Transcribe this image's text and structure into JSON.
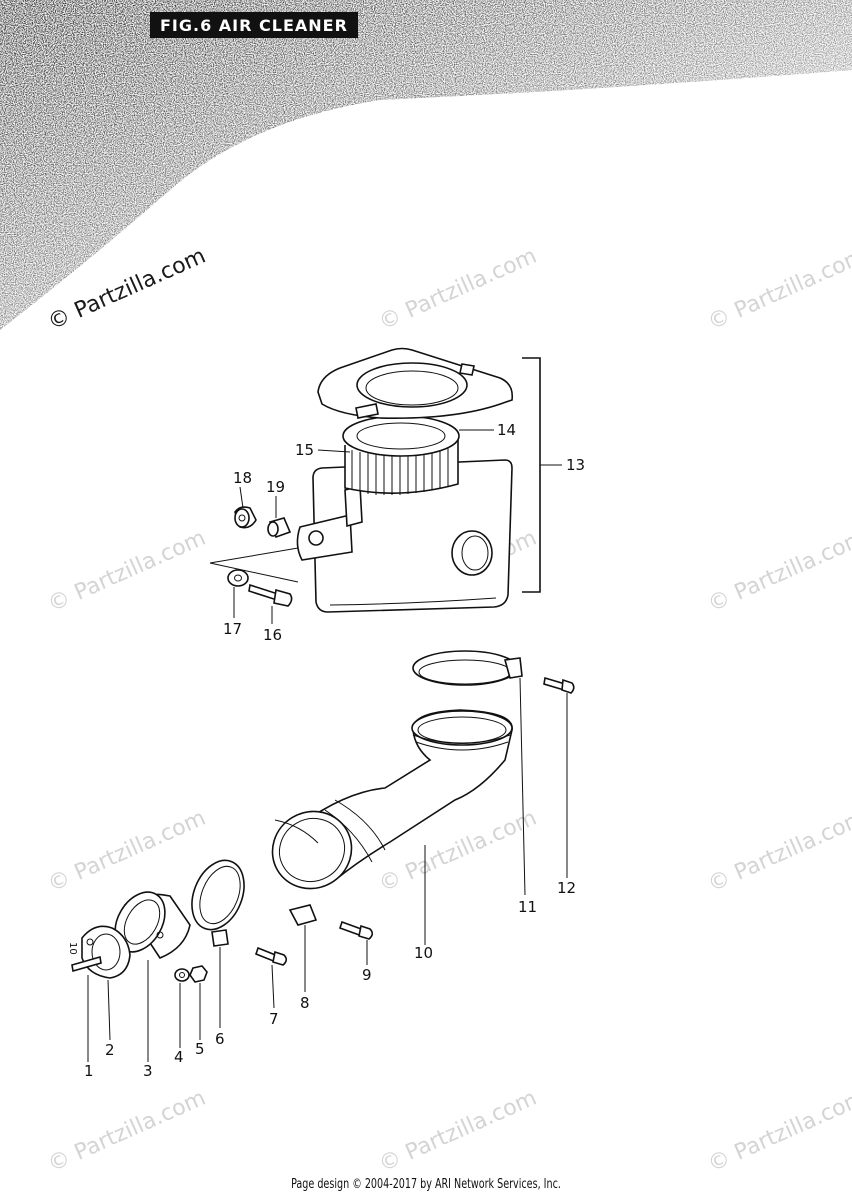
{
  "title": "FIG.6 AIR CLEANER",
  "watermark": "© Partzilla.com",
  "footer": "Page design © 2004-2017 by ARI Network Services, Inc.",
  "callouts": {
    "c1": "1",
    "c2": "2",
    "c3": "3",
    "c4": "4",
    "c5": "5",
    "c6": "6",
    "c7": "7",
    "c8": "8",
    "c9": "9",
    "c10": "10",
    "c11": "11",
    "c12": "12",
    "c13": "13",
    "c14": "14",
    "c15": "15",
    "c16": "16",
    "c17": "17",
    "c18": "18",
    "c19": "19"
  }
}
